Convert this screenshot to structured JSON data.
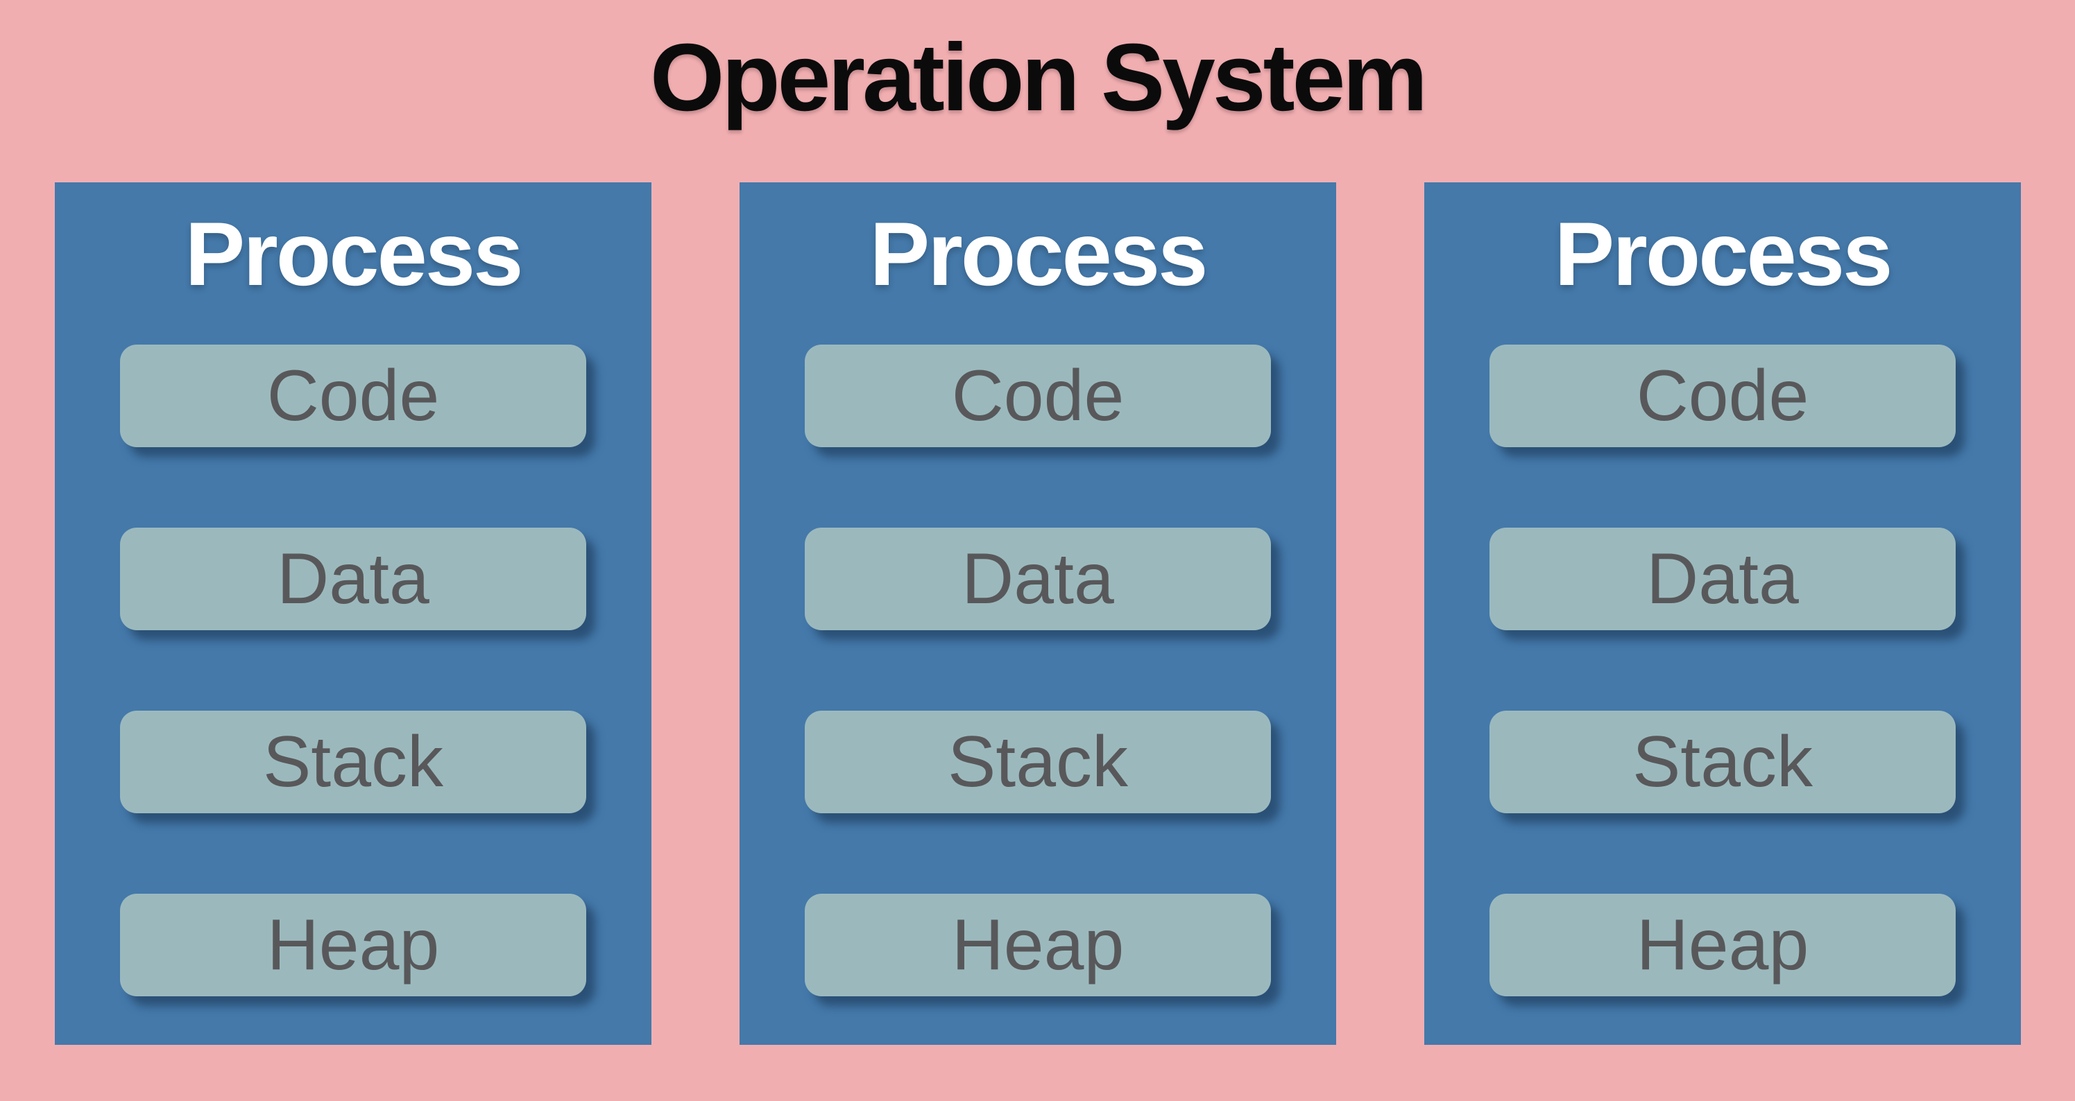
{
  "page_title": "Operation System",
  "colors": {
    "background": "#f0aeb1",
    "title_text": "#0b0b0b",
    "process_fill": "#4479aa",
    "process_title_text": "#ffffff",
    "segment_fill": "#9bb9bd",
    "segment_text": "#58585a",
    "segment_shadow": "#16304c"
  },
  "processes": [
    {
      "title": "Process",
      "segments": [
        "Code",
        "Data",
        "Stack",
        "Heap"
      ]
    },
    {
      "title": "Process",
      "segments": [
        "Code",
        "Data",
        "Stack",
        "Heap"
      ]
    },
    {
      "title": "Process",
      "segments": [
        "Code",
        "Data",
        "Stack",
        "Heap"
      ]
    }
  ]
}
